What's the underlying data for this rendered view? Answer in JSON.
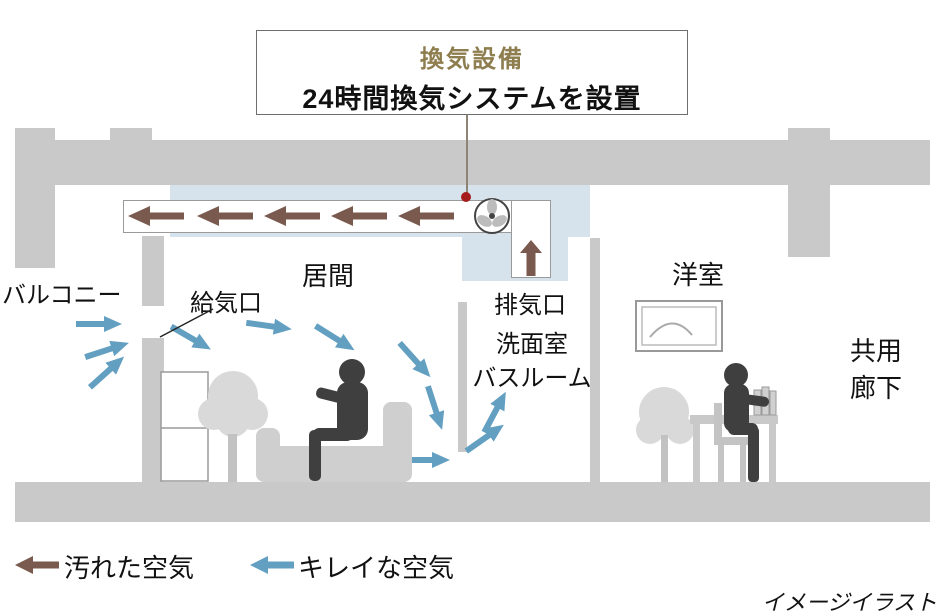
{
  "title_box": {
    "heading": "換気設備",
    "subheading": "24時間換気システムを設置"
  },
  "room_labels": {
    "balcony": "バルコニー",
    "intake": "給気口",
    "living_room": "居間",
    "exhaust": "排気口",
    "washroom_line1": "洗面室",
    "washroom_line2": "バスルーム",
    "western_room": "洋室",
    "corridor_line1": "共用",
    "corridor_line2": "廊下"
  },
  "legend": {
    "dirty_air": "汚れた空気",
    "clean_air": "キレイな空気"
  },
  "caption": "イメージイラスト",
  "colors": {
    "structure": "#c9c9c9",
    "duct": "#d6e3ec",
    "dirty_arrow": "#7a5a4e",
    "clean_arrow": "#639fc1",
    "title_accent": "#8e7d4e",
    "indicator_dot": "#a51c1c"
  }
}
